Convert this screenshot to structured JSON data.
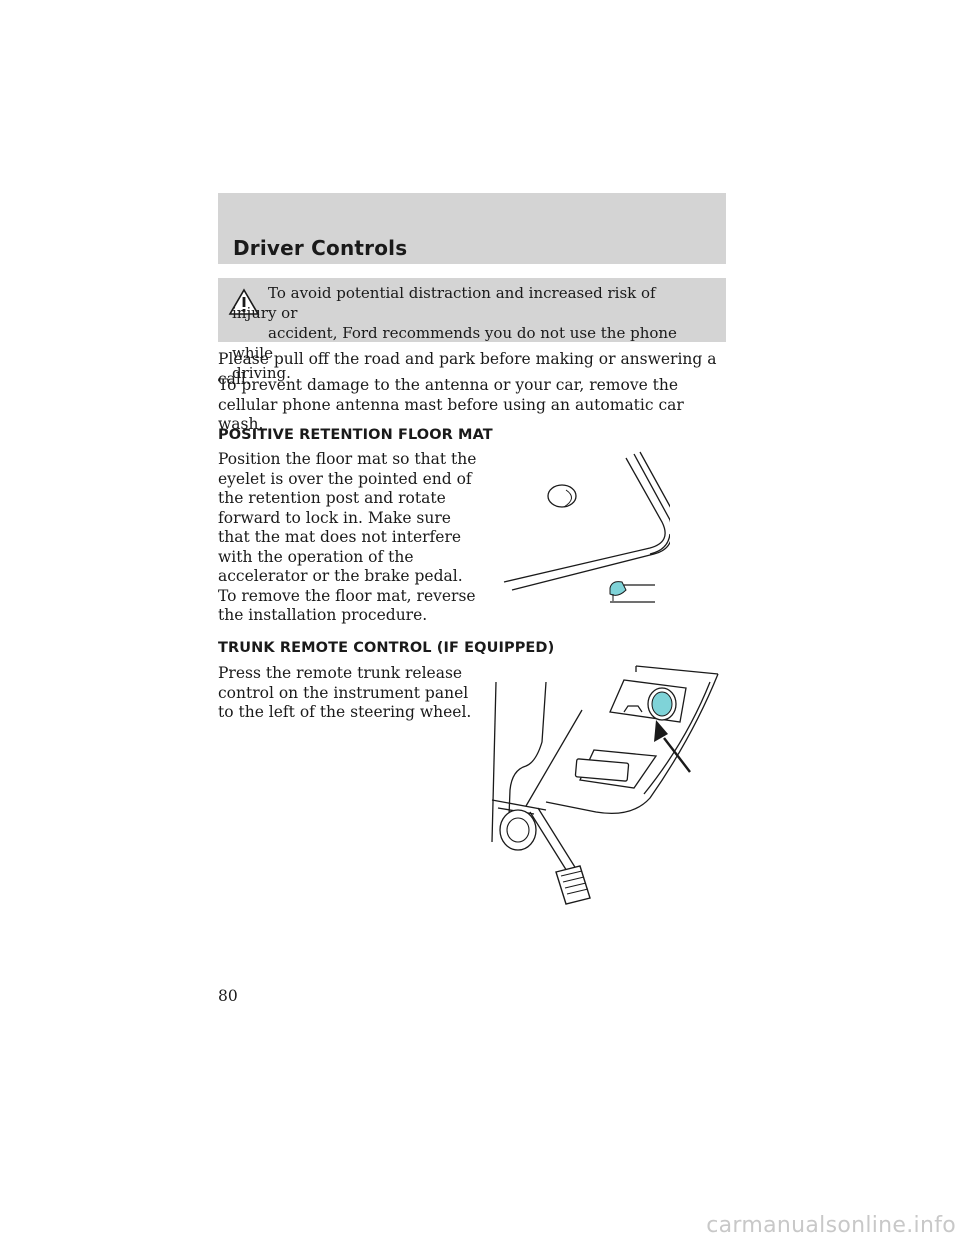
{
  "header": {
    "section_title": "Driver Controls"
  },
  "warning": {
    "icon": "warning-triangle-icon",
    "line1": "To avoid potential distraction and increased risk of injury or",
    "line2": "accident, Ford recommends you do not use the phone while",
    "line3": "driving."
  },
  "paragraphs": {
    "phone_park": "Please pull off the road and park before making or answering a call.",
    "antenna": "To prevent damage to the antenna or your car, remove the cellular phone antenna mast before using an automatic car wash."
  },
  "floor_mat": {
    "heading": "POSITIVE RETENTION FLOOR MAT",
    "body": "Position the floor mat so that the eyelet is over the pointed end of the retention post and rotate forward to lock in. Make sure that the mat does not interfere with the operation of the accelerator or the brake pedal. To remove the floor mat, reverse the installation procedure."
  },
  "trunk_remote": {
    "heading": "TRUNK REMOTE CONTROL (IF EQUIPPED)",
    "body": "Press the remote trunk release control on the instrument panel to the left of the steering wheel."
  },
  "colors": {
    "band_gray": "#d4d4d4",
    "highlight_cyan": "#7fd3d8"
  },
  "page_number": "80",
  "footer": {
    "brand": "carmanualsonline.info"
  }
}
